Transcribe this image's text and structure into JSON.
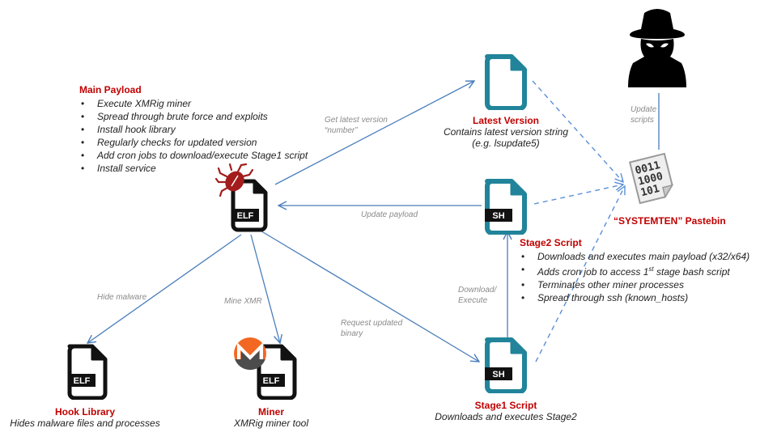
{
  "colors": {
    "title_red": "#c00000",
    "arrow_blue": "#4a7ebb",
    "dashed_blue": "#5b8fd6",
    "teal_file": "#21849a",
    "elf_black": "#111111",
    "edge_label_gray": "#8a8a8a",
    "bug_red": "#a31d1d",
    "monero_orange": "#f26822",
    "monero_gray": "#4c4c4c"
  },
  "nodes": {
    "main_payload": {
      "title": "Main Payload",
      "icon": "elf-file-with-bug-icon",
      "badge": "ELF",
      "bullets": [
        "Execute XMRig miner",
        "Spread through brute force and exploits",
        "Install hook library",
        "Regularly checks for updated version",
        "Add cron jobs to download/execute Stage1 script",
        "Install service"
      ]
    },
    "latest_version": {
      "title": "Latest Version",
      "icon": "teal-file-icon",
      "desc_line1": "Contains latest version string",
      "desc_line2": "(e.g. lsupdate5)"
    },
    "stage2": {
      "title": "Stage2 Script",
      "icon": "teal-sh-file-icon",
      "badge": "SH",
      "bullets": [
        {
          "pre": "Downloads and executes main payload (x32/x64)"
        },
        {
          "pre": "Adds cron job to access 1",
          "sup": "st",
          "post": " stage bash script"
        },
        {
          "pre": "Terminates other miner processes"
        },
        {
          "pre": "Spread  through ssh (known_hosts)"
        }
      ]
    },
    "stage1": {
      "title": "Stage1 Script",
      "icon": "teal-sh-file-icon",
      "badge": "SH",
      "desc": "Downloads and executes Stage2"
    },
    "hook_library": {
      "title": "Hook Library",
      "icon": "elf-file-icon",
      "badge": "ELF",
      "desc": "Hides malware files and processes"
    },
    "miner": {
      "title": "Miner",
      "icon": "elf-file-with-monero-icon",
      "badge": "ELF",
      "desc": "XMRig miner tool"
    },
    "pastebin": {
      "title": "“SYSTEMTEN” Pastebin",
      "icon": "binary-document-icon",
      "binary_lines": [
        "0011",
        "1000",
        "101"
      ]
    },
    "attacker": {
      "icon": "hacker-silhouette-icon"
    }
  },
  "edges": {
    "get_latest_version": {
      "line1": "Get latest version",
      "line2": "“number”",
      "from": "main_payload",
      "to": "latest_version"
    },
    "update_payload": {
      "label": "Update payload",
      "from": "stage2",
      "to": "main_payload"
    },
    "hide_malware": {
      "label": "Hide malware",
      "from": "main_payload",
      "to": "hook_library"
    },
    "mine_xmr": {
      "label": "Mine XMR",
      "from": "main_payload",
      "to": "miner"
    },
    "request_updated_binary": {
      "line1": "Request updated",
      "line2": "binary",
      "from": "main_payload",
      "to": "stage1"
    },
    "download_execute": {
      "line1": "Download/",
      "line2": "Execute",
      "from": "stage1",
      "to": "stage2"
    },
    "update_scripts": {
      "line1": "Update",
      "line2": "scripts",
      "from": "attacker",
      "to": "pastebin"
    }
  }
}
